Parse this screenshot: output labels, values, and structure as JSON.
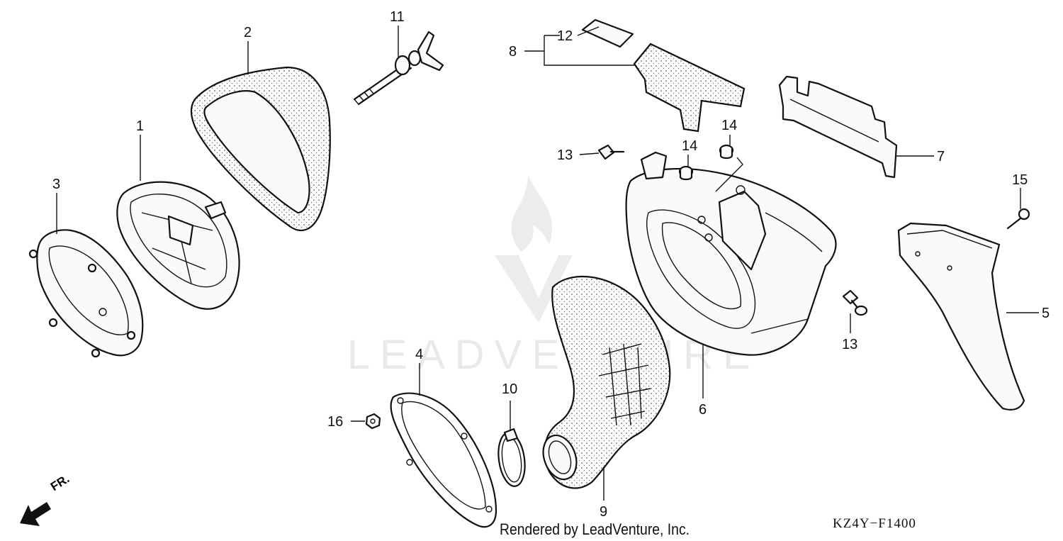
{
  "watermark": {
    "text": "LEADVENTURE"
  },
  "diagram_code": "KZ4Y−F1400",
  "credit": "Rendered by LeadVenture, Inc.",
  "front_marker": {
    "label": "FR."
  },
  "callouts": [
    {
      "id": "p1",
      "label": "1"
    },
    {
      "id": "p2",
      "label": "2"
    },
    {
      "id": "p3",
      "label": "3"
    },
    {
      "id": "p4",
      "label": "4"
    },
    {
      "id": "p5",
      "label": "5"
    },
    {
      "id": "p6",
      "label": "6"
    },
    {
      "id": "p7",
      "label": "7"
    },
    {
      "id": "p8",
      "label": "8"
    },
    {
      "id": "p9",
      "label": "9"
    },
    {
      "id": "p10",
      "label": "10"
    },
    {
      "id": "p11",
      "label": "11"
    },
    {
      "id": "p12",
      "label": "12"
    },
    {
      "id": "p13a",
      "label": "13"
    },
    {
      "id": "p13b",
      "label": "13"
    },
    {
      "id": "p14a",
      "label": "14"
    },
    {
      "id": "p14b",
      "label": "14"
    },
    {
      "id": "p15",
      "label": "15"
    },
    {
      "id": "p16",
      "label": "16"
    }
  ]
}
